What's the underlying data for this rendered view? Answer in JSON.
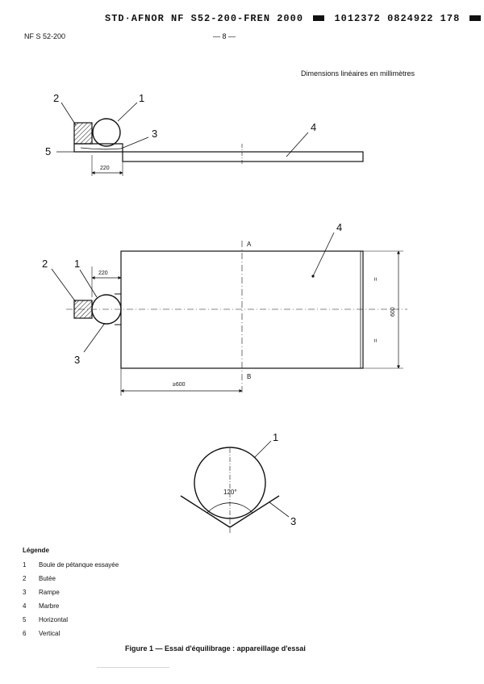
{
  "header": {
    "std_line": "STD·AFNOR NF S52-200-FREN 2000",
    "std_code": "1012372 0824922 178",
    "doc_ref": "NF S 52-200",
    "page": "— 8 —"
  },
  "dimension_note": "Dimensions linéaires en millimètres",
  "figure": {
    "side_view": {
      "callouts": [
        "2",
        "1",
        "3",
        "4",
        "5"
      ],
      "dim_220": "220"
    },
    "top_view": {
      "callouts": [
        "2",
        "1",
        "3",
        "4"
      ],
      "dim_220": "220",
      "dim_600_min": "≥600",
      "dim_600": "600",
      "section_a": "A",
      "section_b": "B",
      "equal_mark": "="
    },
    "detail_view": {
      "callouts": [
        "1",
        "3"
      ],
      "angle": "120°"
    },
    "caption": "Figure 1 — Essai d'équilibrage : appareillage d'essai"
  },
  "legend": {
    "title": "Légende",
    "items": [
      {
        "num": "1",
        "text": "Boule de pétanque essayée"
      },
      {
        "num": "2",
        "text": "Butée"
      },
      {
        "num": "3",
        "text": "Rampe"
      },
      {
        "num": "4",
        "text": "Marbre"
      },
      {
        "num": "5",
        "text": "Horizontal"
      },
      {
        "num": "6",
        "text": "Vertical"
      }
    ]
  }
}
